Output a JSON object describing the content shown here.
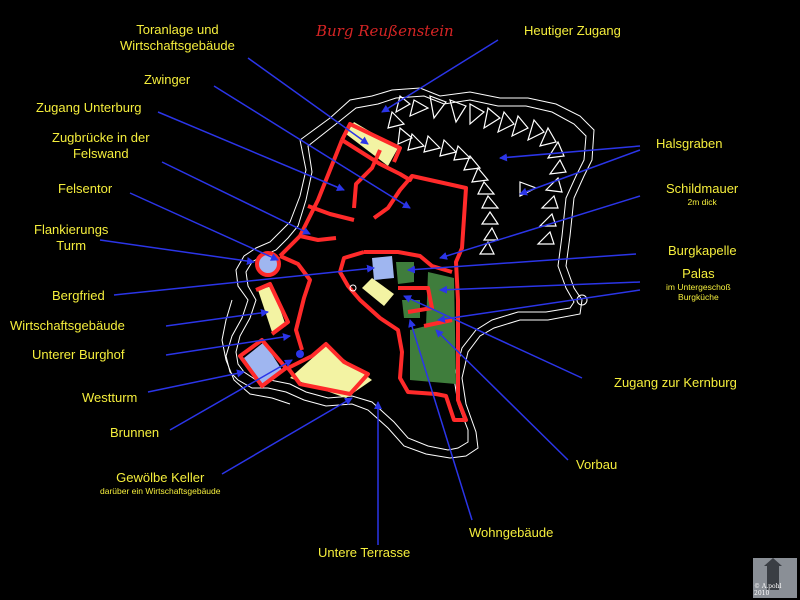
{
  "title": "Burg Reußenstein",
  "copyright": "© A.pohl 2010",
  "colors": {
    "label": "#f5ee3c",
    "pointer": "#2b35e8",
    "wall": "#ff2a2a",
    "building": "#f3f3a3",
    "palas": "#3f7d3c",
    "tower": "#9fb6f0",
    "outline": "#ffffff"
  },
  "labels": {
    "toranlage": "Toranlage und",
    "toranlage2": "Wirtschaftsgebäude",
    "zwinger": "Zwinger",
    "zugang_unterburg": "Zugang Unterburg",
    "zugbruecke": "Zugbrücke in der",
    "zugbruecke2": "Felswand",
    "felsentor": "Felsentor",
    "flankierung": "Flankierungs",
    "flankierung2": "Turm",
    "bergfried": "Bergfried",
    "wirtschaft": "Wirtschaftsgebäude",
    "unterer_burghof": "Unterer Burghof",
    "westturm": "Westturm",
    "brunnen": "Brunnen",
    "keller": "Gewölbe Keller",
    "keller_sub": "darüber ein Wirtschaftsgebäude",
    "untere_terrasse": "Untere Terrasse",
    "wohngebaeude": "Wohngebäude",
    "vorbau": "Vorbau",
    "zugang_kernburg": "Zugang zur Kernburg",
    "palas": "Palas",
    "palas_sub1": "im Untergeschoß",
    "palas_sub2": "Burgküche",
    "burgkapelle": "Burgkapelle",
    "schildmauer": "Schildmauer",
    "schildmauer_sub": "2m dick",
    "halsgraben": "Halsgraben",
    "heutiger_zugang": "Heutiger Zugang"
  }
}
